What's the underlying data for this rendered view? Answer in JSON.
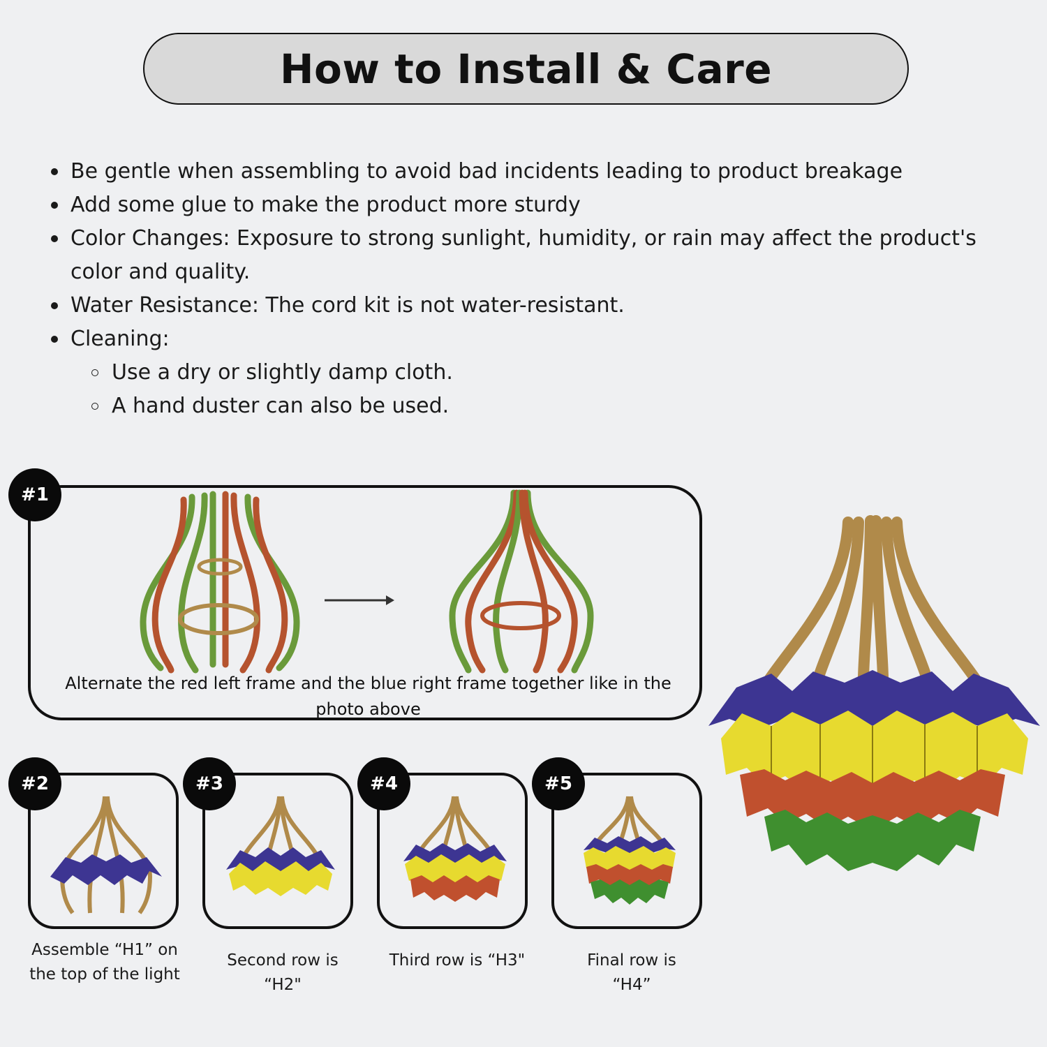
{
  "header": {
    "title": "How to Install & Care"
  },
  "care_list": {
    "items": [
      "Be gentle when assembling to avoid bad incidents leading to product breakage",
      "Add some glue to make the product more sturdy",
      "Color Changes: Exposure to strong sunlight, humidity, or rain may affect the product's color and quality.",
      "Water Resistance: The cord kit is not water-resistant.",
      "Cleaning:"
    ],
    "subitems": [
      "Use a dry or slightly damp cloth.",
      "A hand duster can also be used."
    ]
  },
  "steps": [
    {
      "badge": "#1",
      "caption": "Alternate the red left frame and the blue right frame together like in the photo above"
    },
    {
      "badge": "#2",
      "caption": "Assemble “H1” on the top of the light"
    },
    {
      "badge": "#3",
      "caption": "Second row is “H2\""
    },
    {
      "badge": "#4",
      "caption": "Third row is “H3\""
    },
    {
      "badge": "#5",
      "caption": "Final row is “H4”"
    }
  ],
  "colors": {
    "background": "#eff0f2",
    "title_pill": "#d9d9d9",
    "badge": "#0a0a0a",
    "frame_green": "#6a9a3a",
    "frame_red": "#b5532e",
    "wood": "#b08a4a",
    "leaf_purple": "#3d3592",
    "leaf_yellow": "#e7da2f",
    "leaf_red": "#c0502e",
    "leaf_green": "#3f8f2f"
  }
}
